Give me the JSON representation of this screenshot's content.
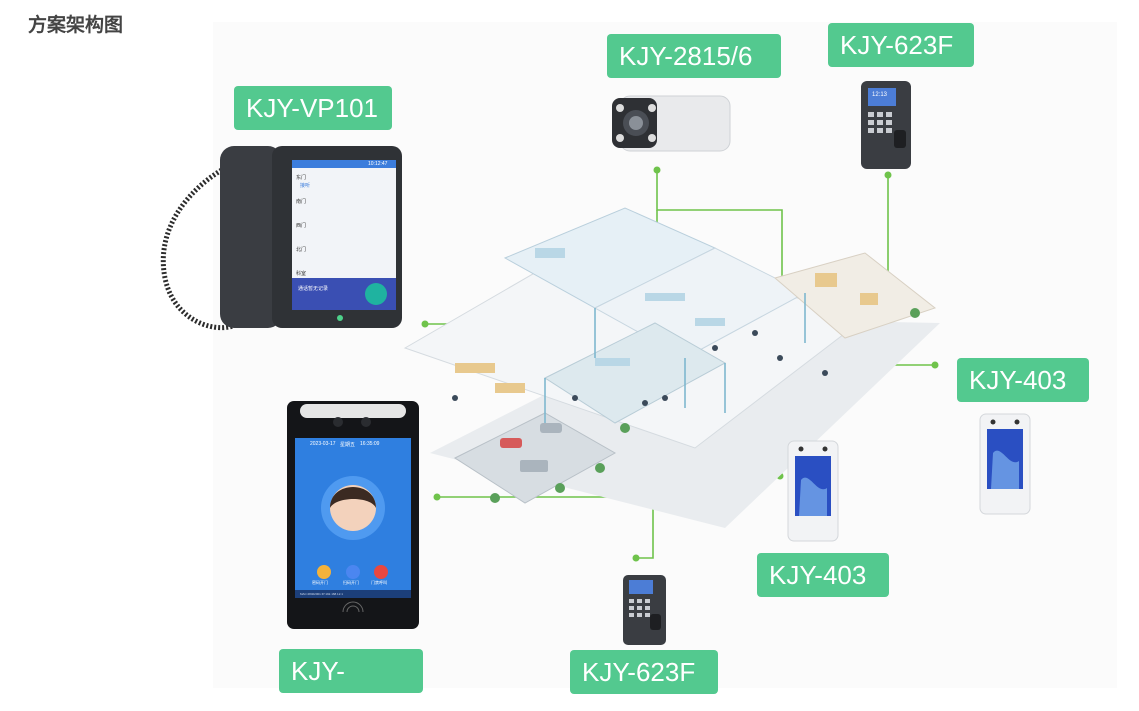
{
  "title": "方案架构图",
  "labels": {
    "phone": "KJY-VP101",
    "camera": "KJY-2815/6",
    "reader_top": "KJY-623F",
    "terminal_right": "KJY-403",
    "terminal_mid": "KJY-403",
    "reader_bottom": "KJY-623F",
    "face_terminal": "KJY-"
  },
  "phone_screen": {
    "rows": [
      "东门",
      "南门",
      "西门",
      "北门",
      "科室"
    ],
    "status": "接听",
    "time": "10:12:47",
    "footer": "通话暂无记录"
  },
  "face_screen": {
    "date": "2023-03-17",
    "weekday": "星期五",
    "time": "16:35:09",
    "buttons": [
      "密码开门",
      "扫码开门",
      "门禁呼叫"
    ],
    "status_bar": "MAC:28402001  IP:192.168.12.1"
  },
  "reader_screen": {
    "time": "12:13"
  },
  "colors": {
    "tag": "#53c98f",
    "line": "#6fc34b",
    "title": "#444444"
  }
}
